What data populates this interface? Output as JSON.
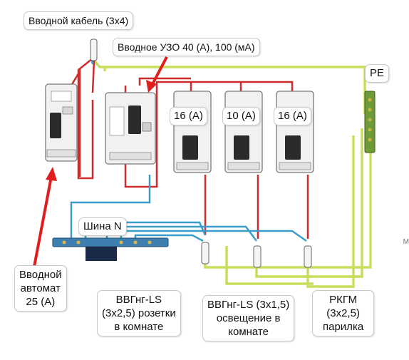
{
  "labels": {
    "input_cable": "Вводной кабель (3х4)",
    "rcd": "Вводное УЗО 40 (А), 100 (мА)",
    "pe": "PE",
    "breaker1": "16 (А)",
    "breaker2": "10 (А)",
    "breaker3": "16 (А)",
    "n_bus": "Шина N",
    "main_breaker": [
      "Вводной",
      "автомат",
      "25 (А)"
    ],
    "cable1": [
      "ВВГнг-LS",
      "(3х2,5) розетки",
      "в комнате"
    ],
    "cable2": [
      "ВВГнг-LS (3х1,5)",
      "освещение в",
      "комнате"
    ],
    "cable3": [
      "РКГМ",
      "(3х2,5)",
      "парилка"
    ],
    "corner_mark": "М"
  },
  "colors": {
    "phase": "#d12a2a",
    "neutral": "#3a9ec9",
    "earth": "#c7de5a",
    "arrow": "#e01e1e",
    "breaker_body": "#f1f1f1"
  }
}
